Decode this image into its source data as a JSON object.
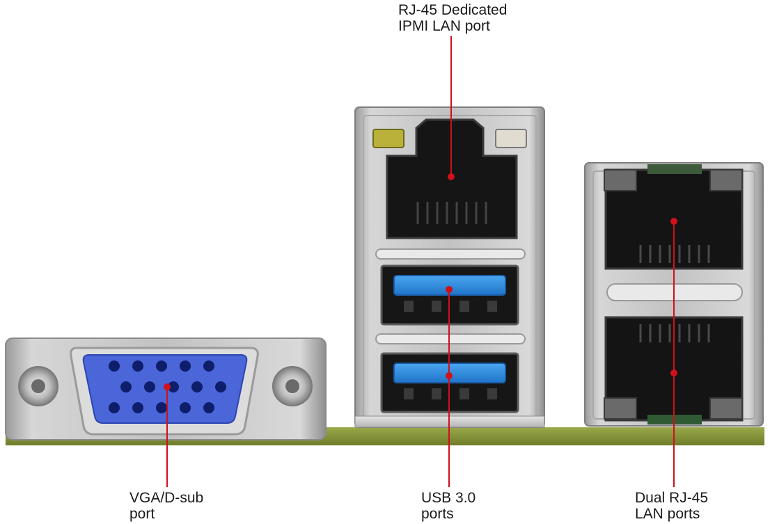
{
  "labels": {
    "ipmi": {
      "line1": "RJ-45 Dedicated",
      "line2": "IPMI LAN port"
    },
    "vga": {
      "line1": "VGA/D-sub",
      "line2": "port"
    },
    "usb": {
      "line1": "USB 3.0",
      "line2": "ports"
    },
    "lan": {
      "line1": "Dual RJ-45",
      "line2": "LAN ports"
    }
  },
  "colors": {
    "callout_line": "#d0101a",
    "vga_connector": "#4a66d8",
    "usb_tongue": "#2e8ce0",
    "pcb": "#8a9a3a",
    "metal": "#c8c8c8"
  },
  "ports": {
    "vga": {
      "pin_count": 15
    },
    "usb3": {
      "count": 2
    },
    "rj45_lan": {
      "count": 2
    },
    "rj45_ipmi": {
      "count": 1
    }
  }
}
